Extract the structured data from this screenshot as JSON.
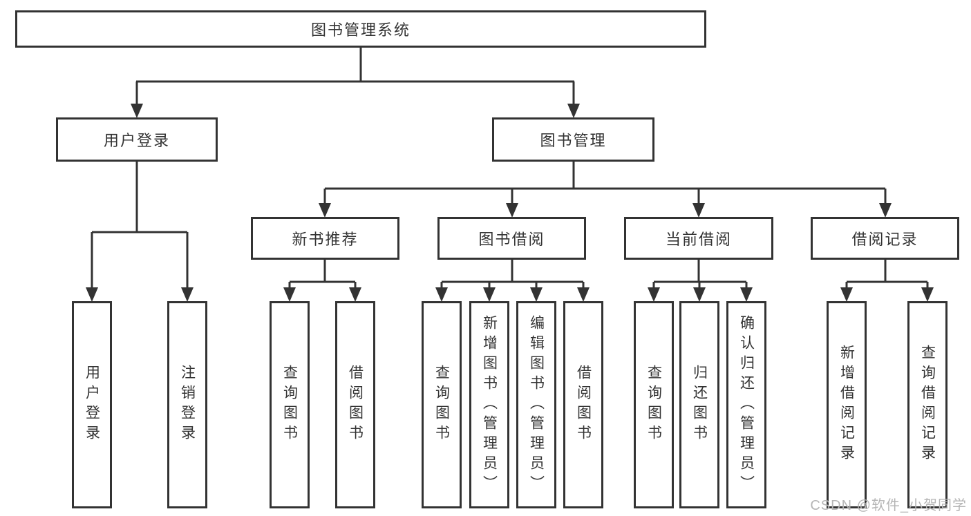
{
  "diagram_type": "hierarchy-org-chart",
  "tree": {
    "label": "图书管理系统",
    "children": [
      {
        "label": "用户登录",
        "children": [
          {
            "label": "用户登录"
          },
          {
            "label": "注销登录"
          }
        ]
      },
      {
        "label": "图书管理",
        "children": [
          {
            "label": "新书推荐",
            "children": [
              {
                "label": "查询图书"
              },
              {
                "label": "借阅图书"
              }
            ]
          },
          {
            "label": "图书借阅",
            "children": [
              {
                "label": "查询图书"
              },
              {
                "label": "新增图书（管理员）"
              },
              {
                "label": "编辑图书（管理员）"
              },
              {
                "label": "借阅图书"
              }
            ]
          },
          {
            "label": "当前借阅",
            "children": [
              {
                "label": "查询图书"
              },
              {
                "label": "归还图书"
              },
              {
                "label": "确认归还（管理员）"
              }
            ]
          },
          {
            "label": "借阅记录",
            "children": [
              {
                "label": "新增借阅记录"
              },
              {
                "label": "查询借阅记录"
              }
            ]
          }
        ]
      }
    ]
  },
  "watermark": "CSDN @软件_小贺同学",
  "colors": {
    "line": "#333333",
    "box_border": "#333333",
    "text": "#333333",
    "background": "#ffffff",
    "watermark": "#b5b5b5"
  }
}
